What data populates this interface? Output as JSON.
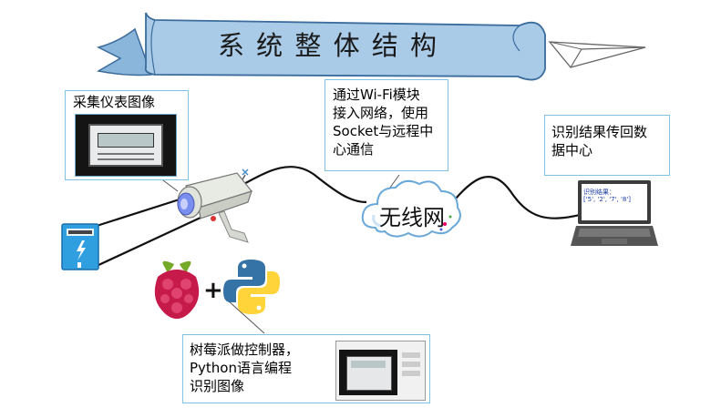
{
  "title": "系 统 整 体 结 构",
  "callouts": {
    "capture": "采集仪表图像",
    "wifi": "通过Wi-Fi模块\n接入网络，使用\nSocket与远程中\n心通信",
    "result": "识别结果传回数\n据中心",
    "controller": "树莓派做控制器，\nPython语言编程\n识别图像"
  },
  "cloud_label": "无线网",
  "plus_sign": "+",
  "laptop_screen": {
    "line1": "识别结果：",
    "line2": "['5', '2', '7', '8']"
  },
  "colors": {
    "banner_fill": "#a9cbe8",
    "banner_stroke": "#3b6c9c",
    "callout_border": "#7ec3e3",
    "meter_blue": "#2f9fe0",
    "raspberry_red": "#c51a4a",
    "python_blue": "#3572a5",
    "python_yellow": "#ffd43b"
  },
  "icons": [
    "paper-plane-icon",
    "camera-icon",
    "power-meter-icon",
    "raspberry-pi-icon",
    "python-logo-icon",
    "cloud-icon",
    "laptop-icon"
  ]
}
